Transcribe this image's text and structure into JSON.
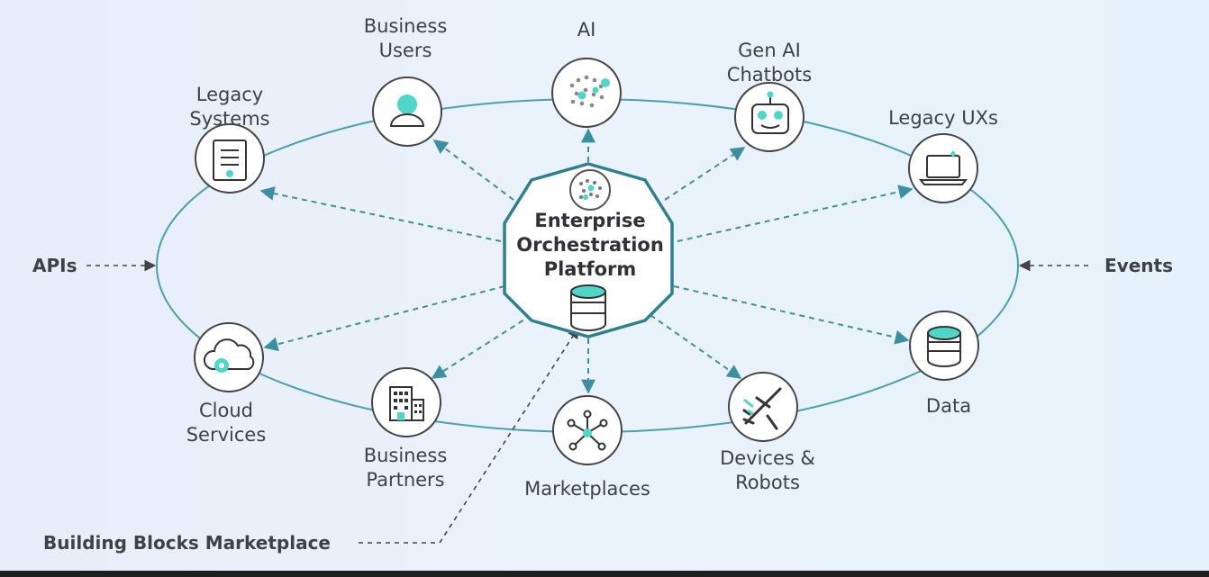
{
  "center": {
    "line1": "Enterprise",
    "line2": "Orchestration",
    "line3": "Platform"
  },
  "nodes": {
    "legacy_systems": {
      "line1": "Legacy",
      "line2": "Systems"
    },
    "business_users": {
      "line1": "Business",
      "line2": "Users"
    },
    "ai": {
      "line1": "AI"
    },
    "chatbots": {
      "line1": "Gen AI",
      "line2": "Chatbots"
    },
    "legacy_uxs": {
      "line1": "Legacy UXs"
    },
    "data": {
      "line1": "Data"
    },
    "devices": {
      "line1": "Devices &",
      "line2": "Robots"
    },
    "marketplaces": {
      "line1": "Marketplaces"
    },
    "partners": {
      "line1": "Business",
      "line2": "Partners"
    },
    "cloud": {
      "line1": "Cloud",
      "line2": "Services"
    }
  },
  "side": {
    "left": "APIs",
    "right": "Events",
    "bottom": "Building Blocks Marketplace"
  },
  "colors": {
    "accent": "#4fd6c8",
    "ring": "#4a9fb0",
    "stroke": "#2e7f8f",
    "text": "#3f4148"
  }
}
